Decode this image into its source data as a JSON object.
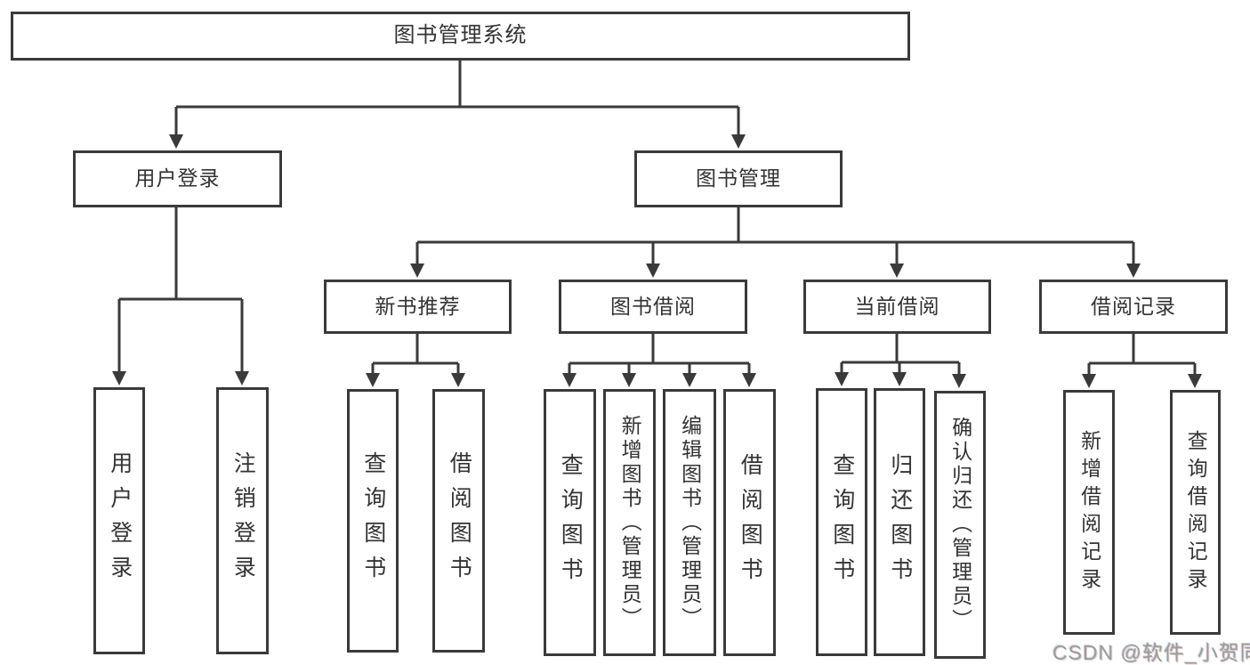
{
  "diagram": {
    "root": {
      "label": "图书管理系统"
    },
    "level2": [
      {
        "label": "用户登录"
      },
      {
        "label": "图书管理"
      }
    ],
    "level3": [
      {
        "label": "新书推荐"
      },
      {
        "label": "图书借阅"
      },
      {
        "label": "当前借阅"
      },
      {
        "label": "借阅记录"
      }
    ],
    "leaves": {
      "login": [
        "用户登录",
        "注销登录"
      ],
      "newbook": [
        "查询图书",
        "借阅图书"
      ],
      "borrow": [
        "查询图书",
        "新增图书（管理员）",
        "编辑图书（管理员）",
        "借阅图书"
      ],
      "current": [
        "查询图书",
        "归还图书",
        "确认归还（管理员）"
      ],
      "record": [
        "新增借阅记录",
        "查询借阅记录"
      ]
    }
  },
  "watermark": "CSDN @软件_小贺同学",
  "colors": {
    "line": "#3a3a3a",
    "text": "#333333",
    "watermark": "#9b9b9b",
    "background": "#ffffff"
  }
}
